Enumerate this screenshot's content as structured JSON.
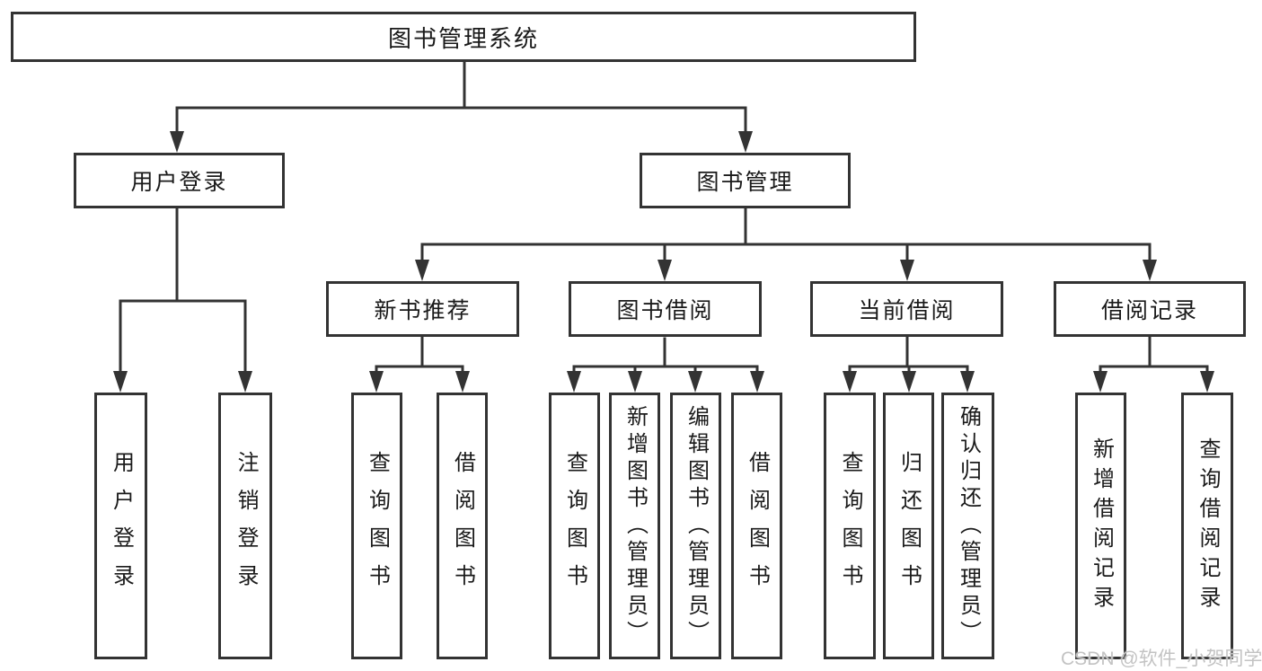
{
  "tree": {
    "label": "图书管理系统",
    "children": [
      {
        "label": "用户登录",
        "children": [
          {
            "label": "用户登录"
          },
          {
            "label": "注销登录"
          }
        ]
      },
      {
        "label": "图书管理",
        "children": [
          {
            "label": "新书推荐",
            "children": [
              {
                "label": "查询图书"
              },
              {
                "label": "借阅图书"
              }
            ]
          },
          {
            "label": "图书借阅",
            "children": [
              {
                "label": "查询图书"
              },
              {
                "label": "新增图书（管理员）"
              },
              {
                "label": "编辑图书（管理员）"
              },
              {
                "label": "借阅图书"
              }
            ]
          },
          {
            "label": "当前借阅",
            "children": [
              {
                "label": "查询图书"
              },
              {
                "label": "归还图书"
              },
              {
                "label": "确认归还（管理员）"
              }
            ]
          },
          {
            "label": "借阅记录",
            "children": [
              {
                "label": "新增借阅记录"
              },
              {
                "label": "查询借阅记录"
              }
            ]
          }
        ]
      }
    ]
  },
  "watermark": {
    "text": "CSDN @软件_小贺同学"
  },
  "colors": {
    "line": "#333333",
    "box_border": "#333333",
    "text": "#1a1a1a",
    "watermark": "#c3c3c3",
    "background": "#ffffff"
  }
}
